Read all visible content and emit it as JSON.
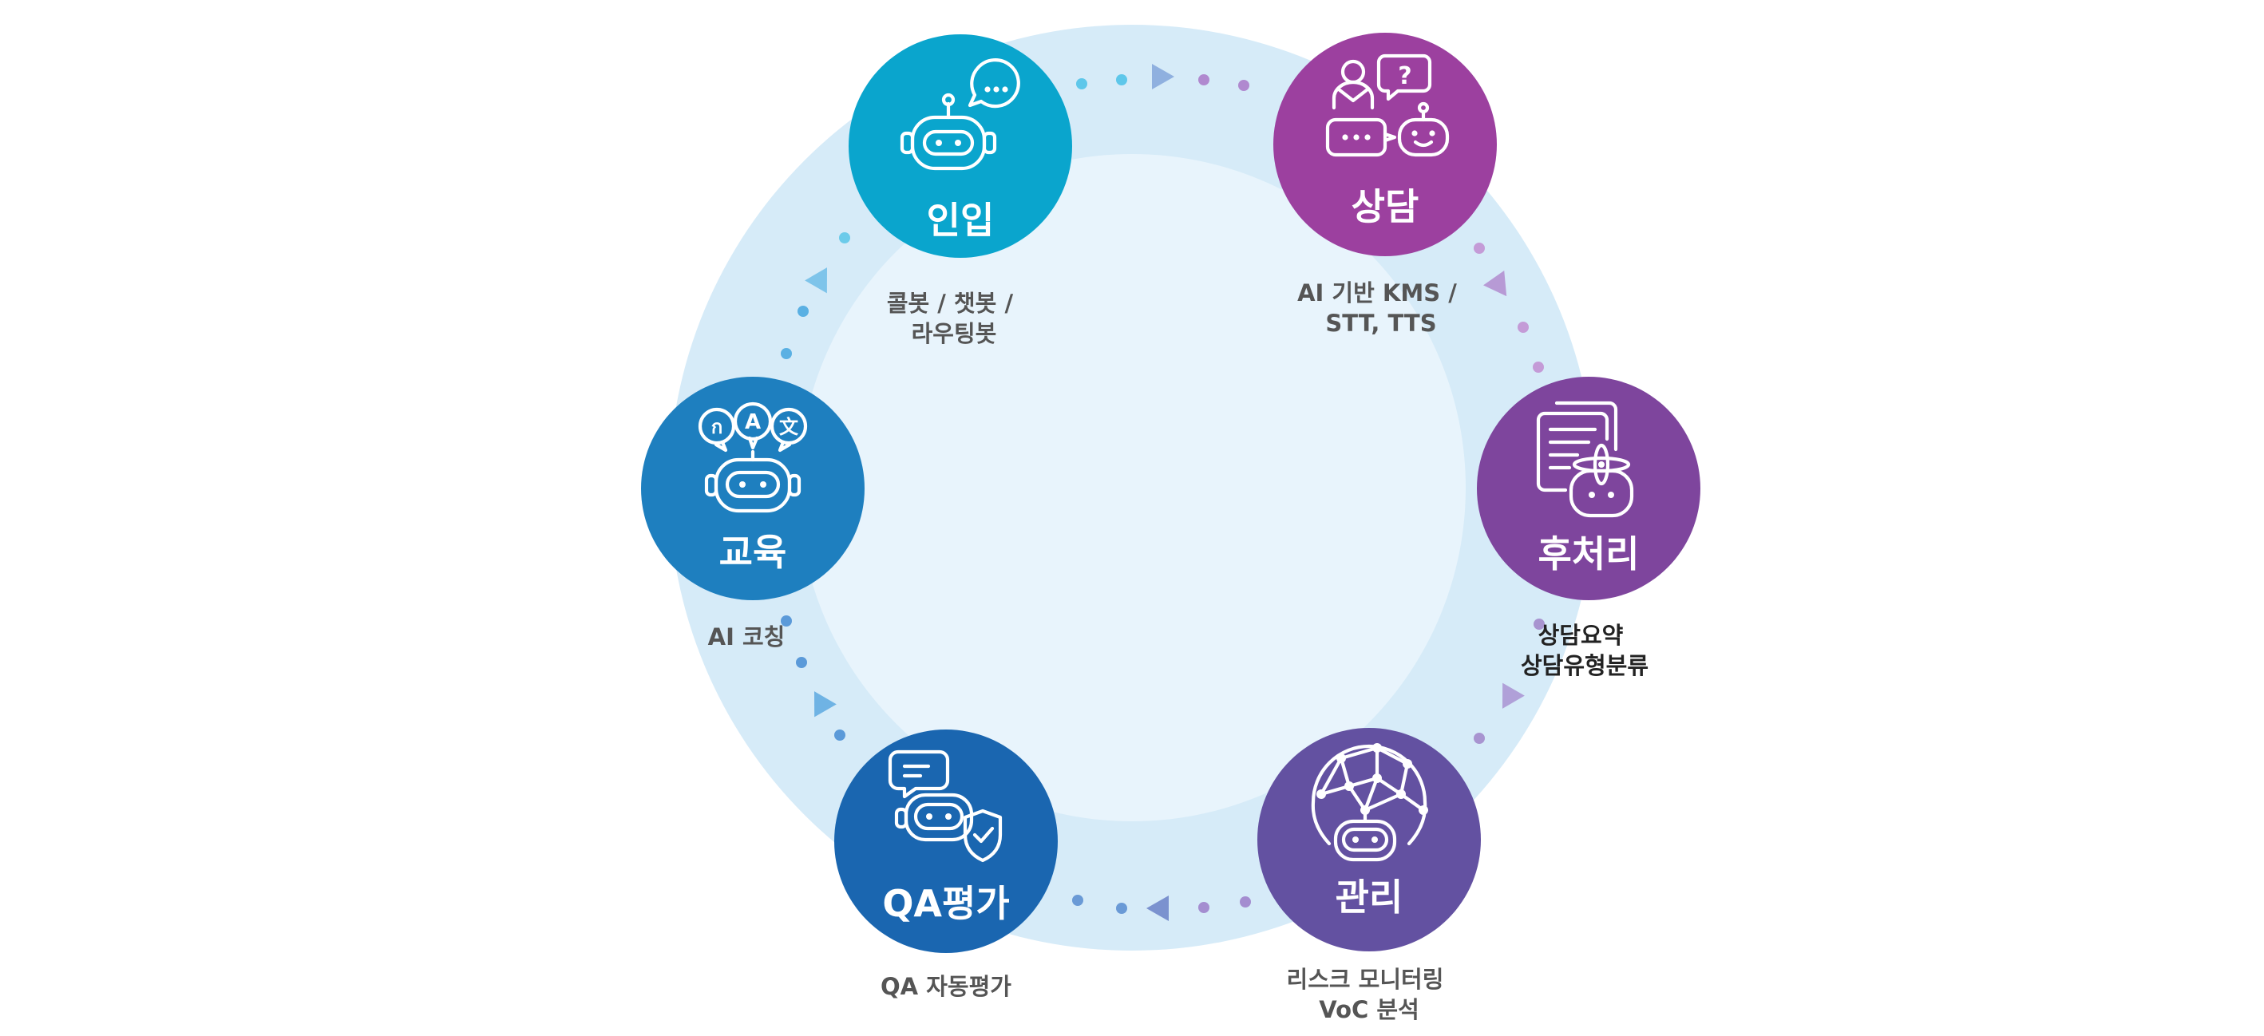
{
  "stages": [
    {
      "id": "intake",
      "title": "인입",
      "caption": [
        "콜봇 / 챗봇 /",
        "라우팅봇"
      ],
      "color": "#0aa5cd",
      "icon": "chatbot-speech-icon"
    },
    {
      "id": "consult",
      "title": "상담",
      "caption": [
        "AI 기반 KMS /",
        "STT, TTS"
      ],
      "color": "#9c409f",
      "icon": "agent-bot-conversation-icon"
    },
    {
      "id": "postprocess",
      "title": "후처리",
      "caption": [
        "상담요약",
        "상담유형분류"
      ],
      "color": "#7e459d",
      "icon": "document-summary-bot-icon"
    },
    {
      "id": "manage",
      "title": "관리",
      "caption": [
        "리스크 모니터링",
        "VoC 분석"
      ],
      "color": "#6351a1",
      "icon": "network-globe-bot-icon"
    },
    {
      "id": "qa",
      "title": "QA평가",
      "caption": [
        "QA 자동평가"
      ],
      "color": "#1a66b0",
      "icon": "bot-shield-check-icon"
    },
    {
      "id": "education",
      "title": "교육",
      "caption": [
        "AI 코칭"
      ],
      "color": "#1e7fbf",
      "icon": "multilingual-bot-icon"
    }
  ],
  "icon_text": {
    "question_mark": "?",
    "lang_a": "ก",
    "lang_b": "A",
    "lang_c": "文"
  }
}
